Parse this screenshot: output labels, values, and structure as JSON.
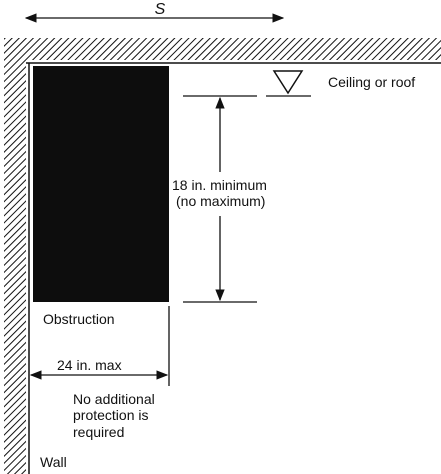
{
  "labels": {
    "spacing": "S",
    "ceiling": "Ceiling or roof",
    "clearance_line1": "18 in. minimum",
    "clearance_line2": "(no maximum)",
    "obstruction": "Obstruction",
    "width": "24 in. max",
    "note_line1": "No additional",
    "note_line2": "protection is",
    "note_line3": "required",
    "wall": "Wall"
  },
  "colors": {
    "ink": "#111111",
    "obstruction_fill": "#0d0d0d",
    "background": "#ffffff"
  }
}
